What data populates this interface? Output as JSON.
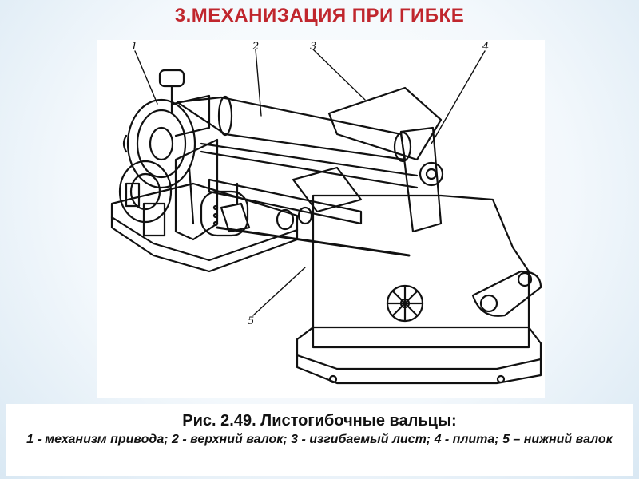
{
  "slide": {
    "title": "3.МЕХАНИЗАЦИЯ ПРИ ГИБКЕ"
  },
  "figure": {
    "labels": [
      "1",
      "2",
      "3",
      "4",
      "5"
    ]
  },
  "caption": {
    "title": "Рис. 2.49. Листогибочные вальцы:",
    "legend": "1 - механизм привода; 2 - верхний валок; 3 - изгибаемый лист; 4 - плита; 5 – нижний валок"
  }
}
